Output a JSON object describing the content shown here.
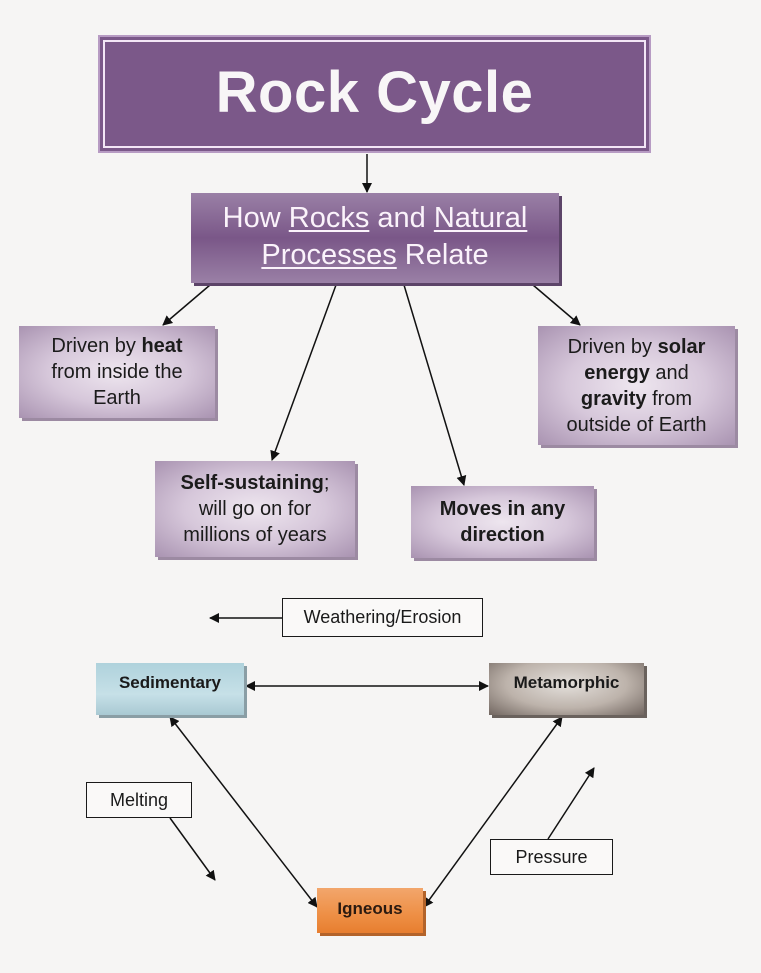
{
  "title": "Rock Cycle",
  "subtitle": {
    "parts": [
      {
        "text": "How ",
        "underline": false
      },
      {
        "text": "Rocks",
        "underline": true
      },
      {
        "text": " and ",
        "underline": false
      },
      {
        "text": "Natural",
        "underline": true
      },
      {
        "text": "\n",
        "underline": false
      },
      {
        "text": "Processes",
        "underline": true
      },
      {
        "text": " Relate",
        "underline": false
      }
    ]
  },
  "cards": {
    "heat": {
      "lines": [
        [
          {
            "t": "Driven by ",
            "b": false
          },
          {
            "t": "heat",
            "b": true
          }
        ],
        [
          {
            "t": "from inside the",
            "b": false
          }
        ],
        [
          {
            "t": "Earth",
            "b": false
          }
        ]
      ]
    },
    "solar": {
      "lines": [
        [
          {
            "t": "Driven by ",
            "b": false
          },
          {
            "t": "solar",
            "b": true
          }
        ],
        [
          {
            "t": "energy",
            "b": true
          },
          {
            "t": " and",
            "b": false
          }
        ],
        [
          {
            "t": "gravity",
            "b": true
          },
          {
            "t": " from",
            "b": false
          }
        ],
        [
          {
            "t": "outside of Earth",
            "b": false
          }
        ]
      ]
    },
    "self": {
      "lines": [
        [
          {
            "t": "Self-sustaining",
            "b": true
          },
          {
            "t": ";",
            "b": false
          }
        ],
        [
          {
            "t": "will go on for",
            "b": false
          }
        ],
        [
          {
            "t": "millions of years",
            "b": false
          }
        ]
      ]
    },
    "moves": {
      "lines": [
        [
          {
            "t": "Moves in any",
            "b": true
          }
        ],
        [
          {
            "t": "direction",
            "b": true
          }
        ]
      ]
    }
  },
  "process_labels": {
    "weathering": "Weathering/Erosion",
    "melting": "Melting",
    "pressure": "Pressure"
  },
  "rocks": {
    "sedimentary": "Sedimentary",
    "metamorphic": "Metamorphic",
    "igneous": "Igneous"
  },
  "colors": {
    "title_bg": "#7b5889",
    "sedimentary": "#b9d8e1",
    "metamorphic": "#b3a9a1",
    "igneous": "#ee8f45"
  },
  "connections": [
    {
      "from": "title",
      "to": "subtitle",
      "type": "arrow"
    },
    {
      "from": "subtitle",
      "to": "heat",
      "type": "arrow"
    },
    {
      "from": "subtitle",
      "to": "self",
      "type": "arrow"
    },
    {
      "from": "subtitle",
      "to": "moves",
      "type": "arrow"
    },
    {
      "from": "subtitle",
      "to": "solar",
      "type": "arrow"
    },
    {
      "from": "sedimentary",
      "to": "metamorphic",
      "type": "double-arrow"
    },
    {
      "from": "sedimentary",
      "to": "igneous",
      "type": "double-arrow"
    },
    {
      "from": "metamorphic",
      "to": "igneous",
      "type": "double-arrow"
    },
    {
      "from": "weathering",
      "to": "left",
      "type": "arrow"
    },
    {
      "from": "melting",
      "to": "down-right",
      "type": "arrow"
    },
    {
      "from": "pressure",
      "to": "up-right",
      "type": "arrow"
    }
  ]
}
